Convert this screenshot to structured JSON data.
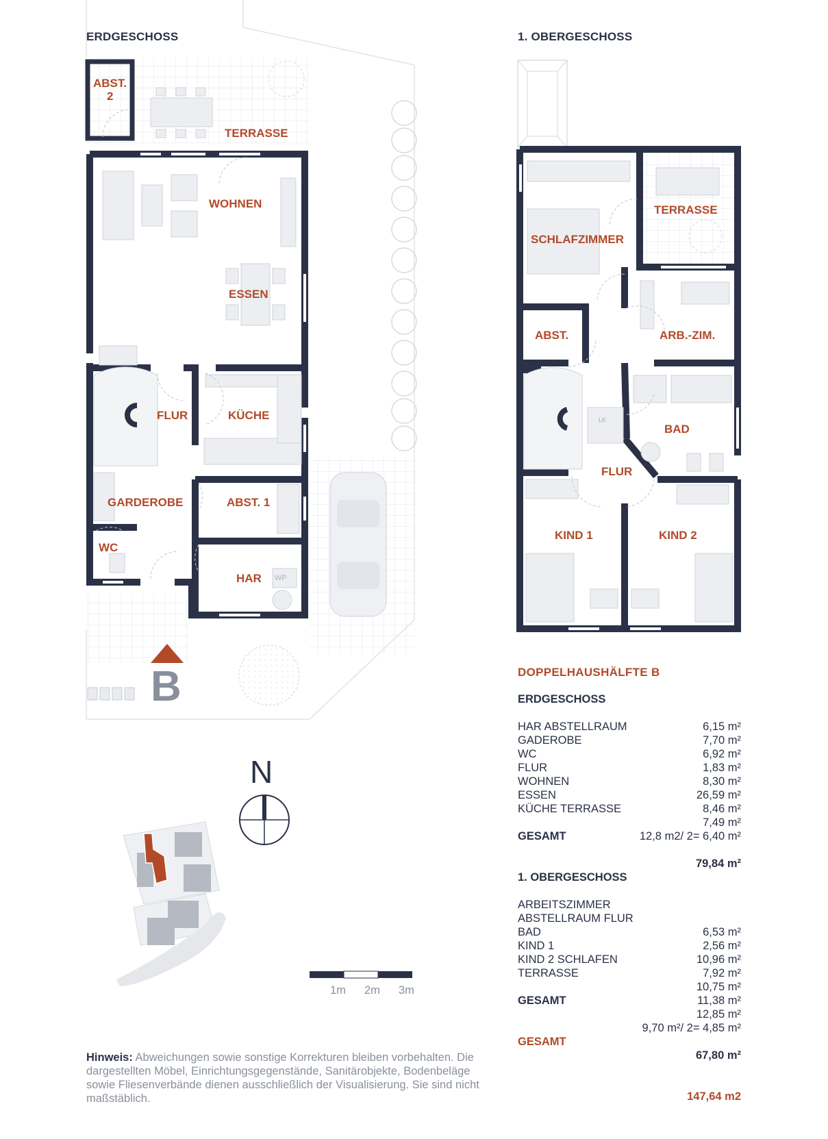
{
  "titles": {
    "ground_floor": "ERDGESCHOSS",
    "upper_floor": "1. OBERGESCHOSS"
  },
  "ground_rooms": {
    "abst2": "ABST.",
    "abst2_num": "2",
    "terrasse": "TERRASSE",
    "wohnen": "WOHNEN",
    "essen": "ESSEN",
    "flur": "FLUR",
    "kueche": "KÜCHE",
    "garderobe": "GARDEROBE",
    "abst1": "ABST. 1",
    "wc": "WC",
    "har": "HAR",
    "wp": "WP",
    "house_letter": "B"
  },
  "upper_rooms": {
    "schlafzimmer": "SCHLAFZIMMER",
    "terrasse": "TERRASSE",
    "abst": "ABST.",
    "arbzim": "ARB.-ZIM.",
    "lk": "LK",
    "bad": "BAD",
    "flur": "FLUR",
    "kind1": "KIND 1",
    "kind2": "KIND 2"
  },
  "compass": {
    "north": "N"
  },
  "scale_bar": {
    "labels": [
      "1m",
      "2m",
      "3m"
    ]
  },
  "areas": {
    "title": "DOPPELHAUSHÄLFTE B",
    "ground": {
      "heading": "ERDGESCHOSS",
      "rows": [
        {
          "label": "HAR ABSTELLRAUM",
          "value": "6,15 m²"
        },
        {
          "label": "GADEROBE",
          "value": "7,70 m²"
        },
        {
          "label": "WC",
          "value": "6,92 m²"
        },
        {
          "label": "FLUR",
          "value": "1,83 m²"
        },
        {
          "label": "WOHNEN",
          "value": "8,30 m²"
        },
        {
          "label": "ESSEN",
          "value": "26,59 m²"
        },
        {
          "label": "KÜCHE TERRASSE",
          "value": "8,46 m²"
        },
        {
          "label": "",
          "value": "7,49 m²"
        }
      ],
      "total_label": "GESAMT",
      "terrace_calc": "12,8 m2/ 2= 6,40 m²",
      "total": "79,84 m²"
    },
    "upper": {
      "heading": "1. OBERGESCHOSS",
      "rows": [
        {
          "label": "ARBEITSZIMMER",
          "value": ""
        },
        {
          "label": "ABSTELLRAUM FLUR",
          "value": ""
        },
        {
          "label": "BAD",
          "value": "6,53 m²"
        },
        {
          "label": "KIND 1",
          "value": "2,56 m²"
        },
        {
          "label": "KIND 2 SCHLAFEN",
          "value": "10,96 m²"
        },
        {
          "label": "TERRASSE",
          "value": "7,92 m²"
        },
        {
          "label": "",
          "value": "10,75 m²"
        }
      ],
      "total_label": "GESAMT",
      "extra_values": [
        "11,38 m²",
        "12,85 m²"
      ],
      "terrace_calc": "9,70 m²/ 2= 4,85 m²",
      "total": "67,80 m²"
    },
    "grand_label": "GESAMT",
    "grand_total": "147,64 m2"
  },
  "note": {
    "label": "Hinweis:",
    "text": " Abweichungen sowie sonstige Korrekturen bleiben vorbehalten. Die dargestellten Möbel, Einrichtungsgegenstände, Sanitärobjekte, Bodenbeläge sowie Fliesenverbände dienen ausschließlich der Visualisierung. Sie sind nicht maßstäblich."
  },
  "colors": {
    "wall": "#2b3247",
    "label": "#b24a2a",
    "furniture": "#e6e8ec",
    "grid": "#d8dbe1"
  }
}
